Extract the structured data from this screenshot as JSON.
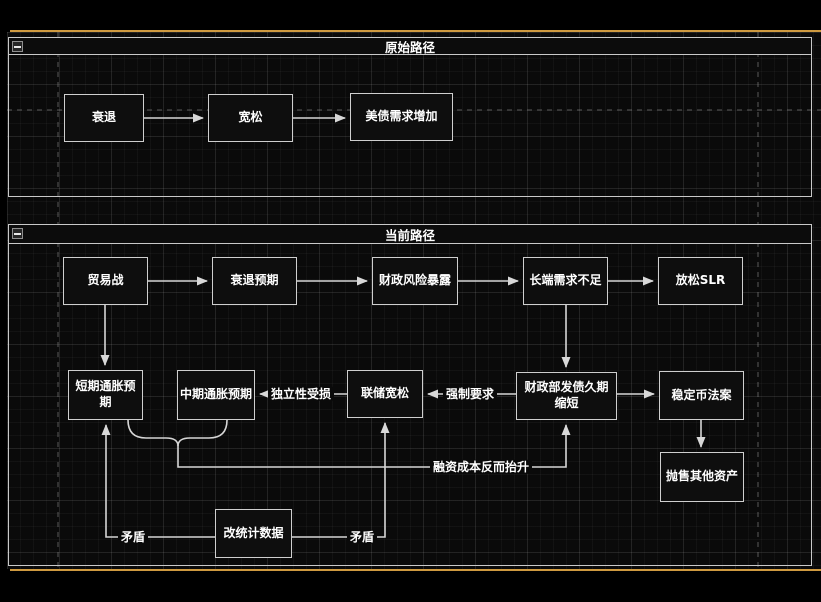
{
  "window": {
    "background": "#000000",
    "page_edge_color": "#cf9a40",
    "grid_visible": true
  },
  "groups": [
    {
      "title": "原始路径",
      "collapsed": false
    },
    {
      "title": "当前路径",
      "collapsed": false
    }
  ],
  "nodes": [
    {
      "label": "衰退"
    },
    {
      "label": "宽松"
    },
    {
      "label": "美债需求增加"
    },
    {
      "label": "贸易战"
    },
    {
      "label": "衰退预期"
    },
    {
      "label": "财政风险暴露"
    },
    {
      "label": "长端需求不足"
    },
    {
      "label": "放松SLR"
    },
    {
      "label": "短期通胀预期"
    },
    {
      "label": "中期通胀预期"
    },
    {
      "label": "联储宽松"
    },
    {
      "label": "财政部发债久期缩短"
    },
    {
      "label": "稳定币法案"
    },
    {
      "label": "抛售其他资产"
    },
    {
      "label": "改统计数据"
    }
  ],
  "edge_labels": [
    {
      "text": "强制要求"
    },
    {
      "text": "独立性受损"
    },
    {
      "text": "融资成本反而抬升"
    },
    {
      "text": "矛盾"
    },
    {
      "text": "矛盾"
    }
  ],
  "connections": [
    {
      "from": "衰退",
      "to": "宽松",
      "label": ""
    },
    {
      "from": "宽松",
      "to": "美债需求增加",
      "label": ""
    },
    {
      "from": "贸易战",
      "to": "衰退预期",
      "label": ""
    },
    {
      "from": "衰退预期",
      "to": "财政风险暴露",
      "label": ""
    },
    {
      "from": "财政风险暴露",
      "to": "长端需求不足",
      "label": ""
    },
    {
      "from": "长端需求不足",
      "to": "放松SLR",
      "label": ""
    },
    {
      "from": "贸易战",
      "to": "短期通胀预期",
      "label": ""
    },
    {
      "from": "长端需求不足",
      "to": "财政部发债久期缩短",
      "label": ""
    },
    {
      "from": "财政部发债久期缩短",
      "to": "联储宽松",
      "label": "强制要求"
    },
    {
      "from": "联储宽松",
      "to": "中期通胀预期",
      "label": "独立性受损"
    },
    {
      "from": "短期通胀预期+中期通胀预期",
      "to": "财政部发债久期缩短",
      "label": "融资成本反而抬升"
    },
    {
      "from": "财政部发债久期缩短",
      "to": "稳定币法案",
      "label": ""
    },
    {
      "from": "稳定币法案",
      "to": "抛售其他资产",
      "label": ""
    },
    {
      "from": "改统计数据",
      "to": "短期通胀预期",
      "label": "矛盾"
    },
    {
      "from": "改统计数据",
      "to": "联储宽松",
      "label": "矛盾"
    }
  ],
  "colors": {
    "node_border": "#cfcfcf",
    "node_fill": "#0e0e0e",
    "edge": "#d6d6d6",
    "text": "#ffffff",
    "guide": "#9a9a9a"
  }
}
